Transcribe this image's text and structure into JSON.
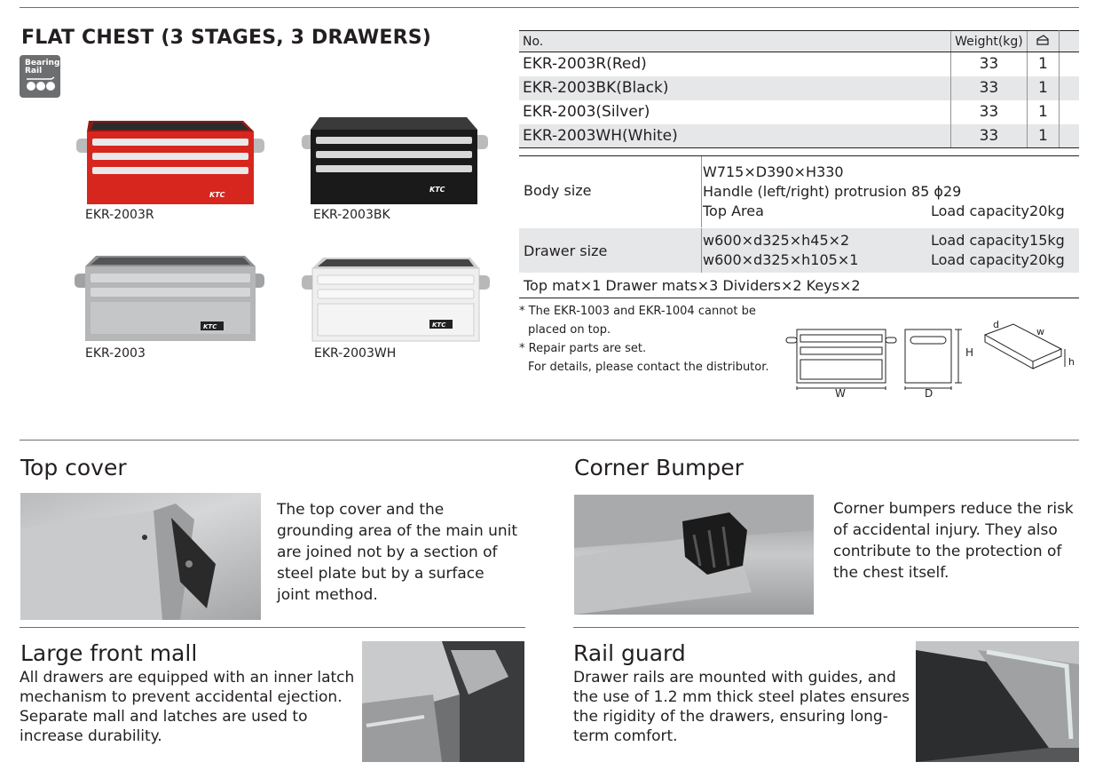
{
  "title": "FLAT CHEST (3 STAGES, 3 DRAWERS)",
  "badge": {
    "line1": "Bearing",
    "line2": "Rail",
    "icon": "bearing-rail-icon"
  },
  "products": [
    {
      "label": "EKR-2003R",
      "color": "#d7261e"
    },
    {
      "label": "EKR-2003BK",
      "color": "#1a1a1a"
    },
    {
      "label": "EKR-2003",
      "color": "#b4b6b8"
    },
    {
      "label": "EKR-2003WH",
      "color": "#ececec"
    }
  ],
  "spec_table": {
    "headers": [
      "No.",
      "Weight(kg)",
      "qty-icon"
    ],
    "rows": [
      {
        "no": "EKR-2003R(Red)",
        "weight": "33",
        "qty": "1"
      },
      {
        "no": "EKR-2003BK(Black)",
        "weight": "33",
        "qty": "1"
      },
      {
        "no": "EKR-2003(Silver)",
        "weight": "33",
        "qty": "1"
      },
      {
        "no": "EKR-2003WH(White)",
        "weight": "33",
        "qty": "1"
      }
    ]
  },
  "body_size": {
    "label": "Body size",
    "line1": "W715×D390×H330",
    "line2": "Handle (left/right) protrusion 85 ϕ29",
    "line3a": "Top Area",
    "line3b": "Load capacity20kg"
  },
  "drawer_size": {
    "label": "Drawer size",
    "line1a": "w600×d325×h45×2",
    "line1b": "Load capacity15kg",
    "line2a": "w600×d325×h105×1",
    "line2b": "Load capacity20kg"
  },
  "accessories": "Top mat×1 Drawer mats×3 Dividers×2 Keys×2",
  "notes": [
    "* The EKR-1003 and EKR-1004 cannot be",
    "placed on top.",
    "* Repair parts are set.",
    "For details, please contact the distributor."
  ],
  "dims": {
    "W": "W",
    "D": "D",
    "H": "H",
    "d": "d",
    "w": "w",
    "h": "h"
  },
  "features": {
    "top_cover": {
      "title": "Top cover",
      "text": [
        "The top cover and the",
        "grounding area of the main unit",
        "are joined not by a section of",
        "steel plate but by a surface",
        "joint method."
      ]
    },
    "corner_bumper": {
      "title": "Corner Bumper",
      "text": [
        "Corner bumpers reduce the risk",
        "of accidental injury. They also",
        "contribute to the protection of",
        "the chest itself."
      ]
    },
    "front_mall": {
      "title": "Large front mall",
      "text": [
        "All drawers are equipped with an inner latch",
        "mechanism to prevent accidental ejection.",
        "Separate mall and latches are used to",
        "increase durability."
      ]
    },
    "rail_guard": {
      "title": "Rail guard",
      "text": [
        "Drawer rails are mounted with guides, and",
        "the use of 1.2 mm thick steel plates ensures",
        "the rigidity of the drawers, ensuring long-",
        "term comfort."
      ]
    }
  }
}
